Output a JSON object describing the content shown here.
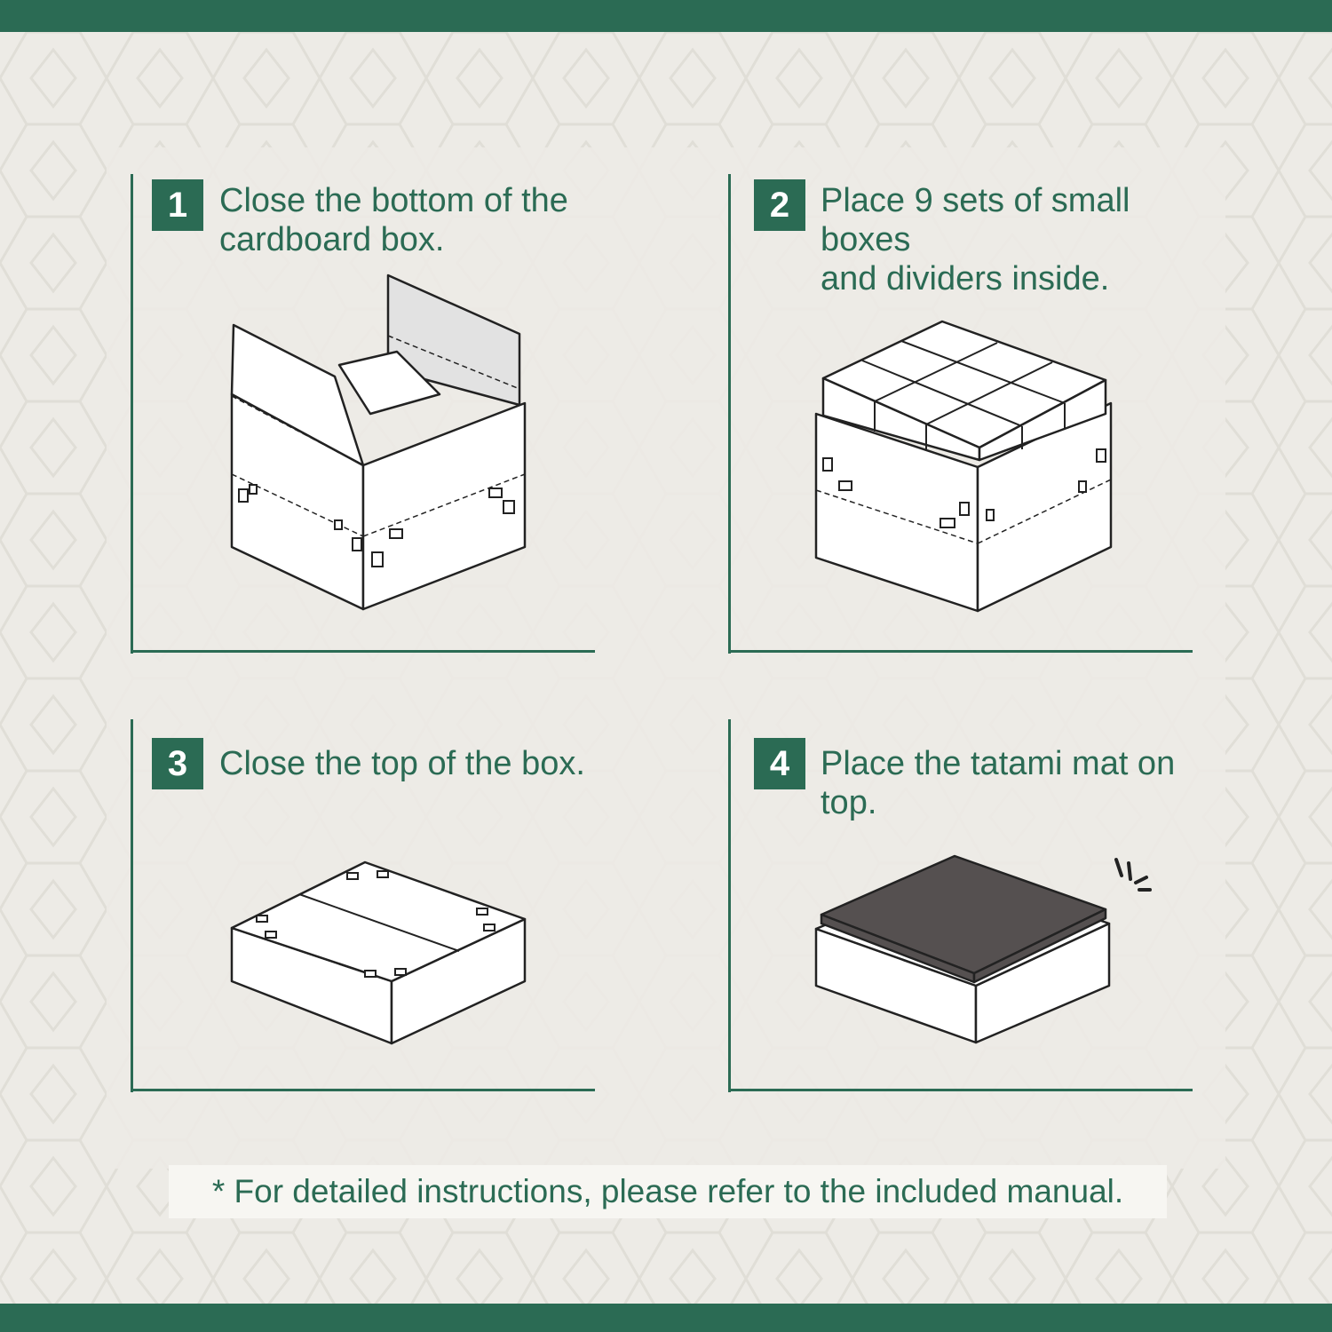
{
  "colors": {
    "accent": "#2b6b54",
    "background": "#edebe6",
    "ink": "#222222",
    "mat": "#555050"
  },
  "steps": [
    {
      "number": "1",
      "text": "Close the bottom of the\ncardboard box.",
      "icon": "open-cardboard-box-icon"
    },
    {
      "number": "2",
      "text": "Place 9 sets of small boxes\nand dividers inside.",
      "icon": "box-with-dividers-icon"
    },
    {
      "number": "3",
      "text": "Close the top of the box.",
      "icon": "closed-box-icon"
    },
    {
      "number": "4",
      "text": "Place the tatami mat on top.",
      "icon": "box-with-tatami-mat-icon"
    }
  ],
  "footnote": "* For detailed instructions, please refer to the included manual."
}
